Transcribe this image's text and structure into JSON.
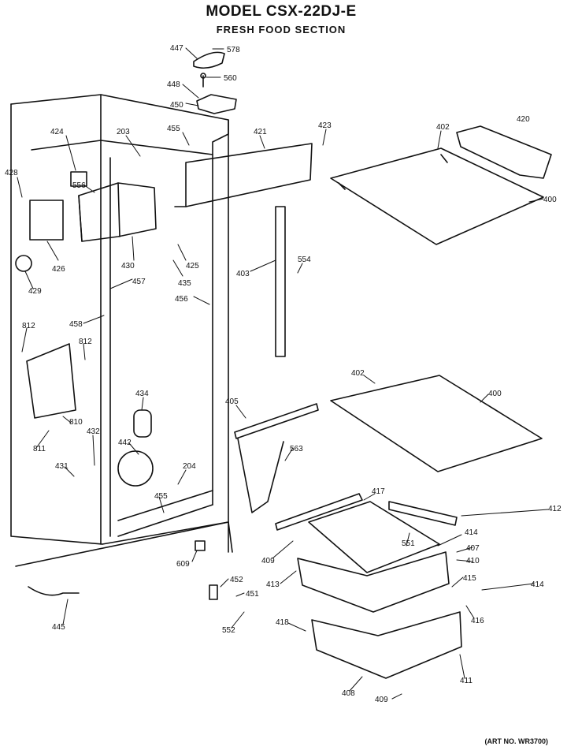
{
  "title": "MODEL CSX-22DJ-E",
  "subtitle": "FRESH FOOD SECTION",
  "art_number": "(ART NO. WR3700)",
  "parts": [
    {
      "id": "p447",
      "text": "447"
    },
    {
      "id": "p578",
      "text": "578"
    },
    {
      "id": "p448",
      "text": "448"
    },
    {
      "id": "p560",
      "text": "560"
    },
    {
      "id": "p450",
      "text": "450"
    },
    {
      "id": "p424",
      "text": "424"
    },
    {
      "id": "p203",
      "text": "203"
    },
    {
      "id": "p455a",
      "text": "455"
    },
    {
      "id": "p421",
      "text": "421"
    },
    {
      "id": "p423",
      "text": "423"
    },
    {
      "id": "p402a",
      "text": "402"
    },
    {
      "id": "p420",
      "text": "420"
    },
    {
      "id": "p428",
      "text": "428"
    },
    {
      "id": "p556",
      "text": "556"
    },
    {
      "id": "p400a",
      "text": "400"
    },
    {
      "id": "p426",
      "text": "426"
    },
    {
      "id": "p430",
      "text": "430"
    },
    {
      "id": "p425",
      "text": "425"
    },
    {
      "id": "p554",
      "text": "554"
    },
    {
      "id": "p429",
      "text": "429"
    },
    {
      "id": "p457",
      "text": "457"
    },
    {
      "id": "p435",
      "text": "435"
    },
    {
      "id": "p403",
      "text": "403"
    },
    {
      "id": "p456",
      "text": "456"
    },
    {
      "id": "p458",
      "text": "458"
    },
    {
      "id": "p812a",
      "text": "812"
    },
    {
      "id": "p812b",
      "text": "812"
    },
    {
      "id": "p402b",
      "text": "402"
    },
    {
      "id": "p434",
      "text": "434"
    },
    {
      "id": "p405",
      "text": "405"
    },
    {
      "id": "p400b",
      "text": "400"
    },
    {
      "id": "p810",
      "text": "810"
    },
    {
      "id": "p432",
      "text": "432"
    },
    {
      "id": "p811",
      "text": "811"
    },
    {
      "id": "p442",
      "text": "442"
    },
    {
      "id": "p563",
      "text": "563"
    },
    {
      "id": "p431",
      "text": "431"
    },
    {
      "id": "p204",
      "text": "204"
    },
    {
      "id": "p455b",
      "text": "455"
    },
    {
      "id": "p417",
      "text": "417"
    },
    {
      "id": "p412",
      "text": "412"
    },
    {
      "id": "p414a",
      "text": "414"
    },
    {
      "id": "p551",
      "text": "551"
    },
    {
      "id": "p409a",
      "text": "409"
    },
    {
      "id": "p407",
      "text": "407"
    },
    {
      "id": "p609",
      "text": "609"
    },
    {
      "id": "p410",
      "text": "410"
    },
    {
      "id": "p413",
      "text": "413"
    },
    {
      "id": "p415",
      "text": "415"
    },
    {
      "id": "p414b",
      "text": "414"
    },
    {
      "id": "p452",
      "text": "452"
    },
    {
      "id": "p451",
      "text": "451"
    },
    {
      "id": "p416",
      "text": "416"
    },
    {
      "id": "p418",
      "text": "418"
    },
    {
      "id": "p552",
      "text": "552"
    },
    {
      "id": "p445",
      "text": "445"
    },
    {
      "id": "p411",
      "text": "411"
    },
    {
      "id": "p408",
      "text": "408"
    },
    {
      "id": "p409b",
      "text": "409"
    }
  ]
}
